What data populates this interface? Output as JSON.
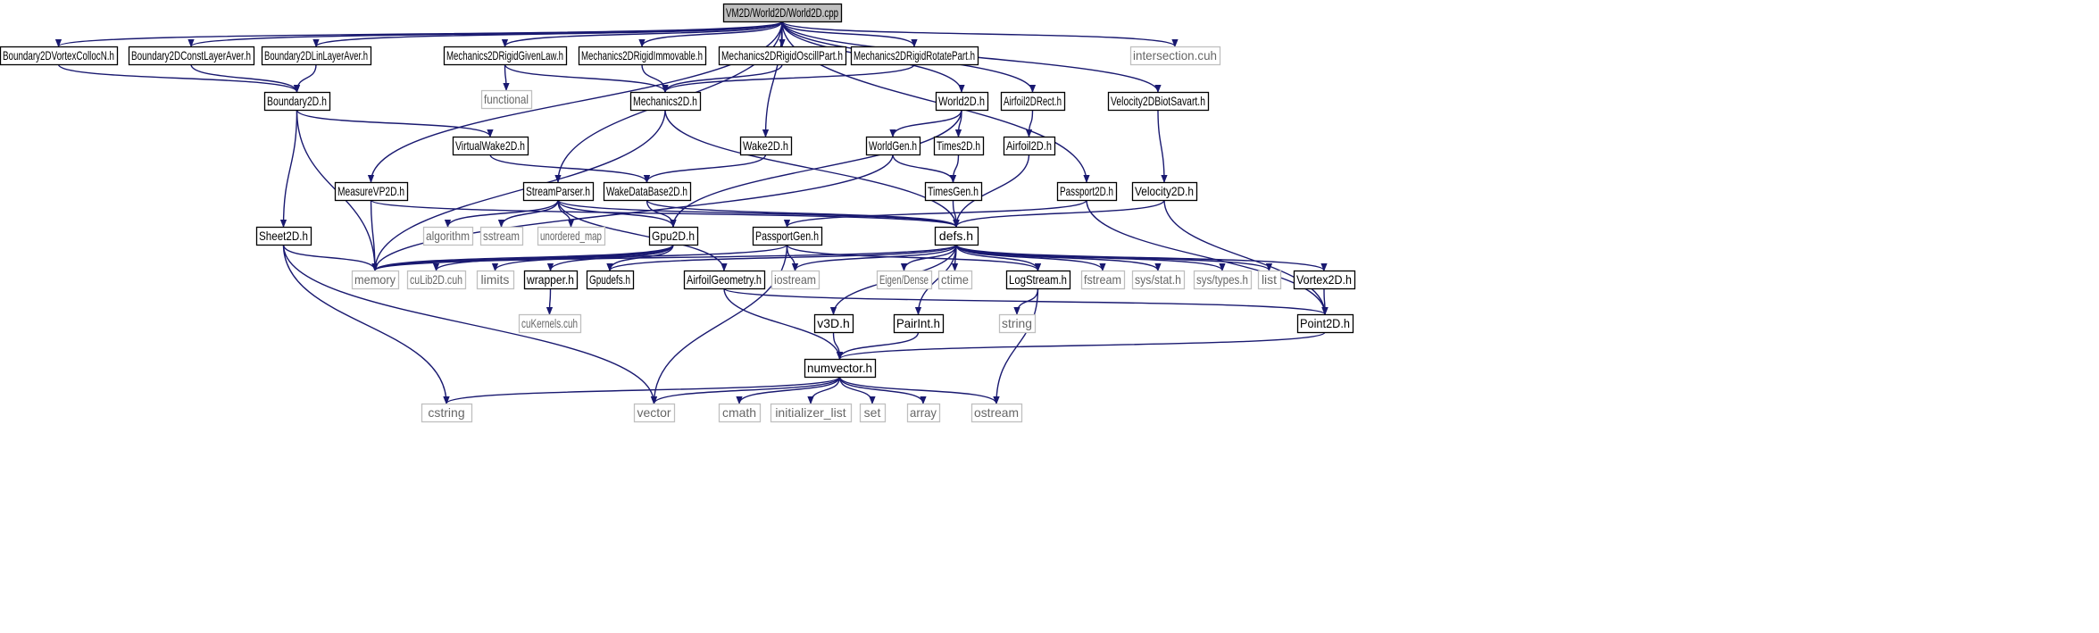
{
  "diagram": {
    "nodes": [
      {
        "id": "root",
        "label": "VM2D/World2D/World2D.cpp",
        "kind": "root"
      },
      {
        "id": "bvc",
        "label": "Boundary2DVortexCollocN.h",
        "kind": "file"
      },
      {
        "id": "bcl",
        "label": "Boundary2DConstLayerAver.h",
        "kind": "file"
      },
      {
        "id": "bll",
        "label": "Boundary2DLinLayerAver.h",
        "kind": "file"
      },
      {
        "id": "mgl",
        "label": "Mechanics2DRigidGivenLaw.h",
        "kind": "file"
      },
      {
        "id": "mim",
        "label": "Mechanics2DRigidImmovable.h",
        "kind": "file"
      },
      {
        "id": "mos",
        "label": "Mechanics2DRigidOscillPart.h",
        "kind": "file"
      },
      {
        "id": "mrp",
        "label": "Mechanics2DRigidRotatePart.h",
        "kind": "file"
      },
      {
        "id": "inter",
        "label": "intersection.cuh",
        "kind": "ext"
      },
      {
        "id": "b2d",
        "label": "Boundary2D.h",
        "kind": "file"
      },
      {
        "id": "func",
        "label": "functional",
        "kind": "ext"
      },
      {
        "id": "mech",
        "label": "Mechanics2D.h",
        "kind": "file"
      },
      {
        "id": "world",
        "label": "World2D.h",
        "kind": "file"
      },
      {
        "id": "arect",
        "label": "Airfoil2DRect.h",
        "kind": "file"
      },
      {
        "id": "vbs",
        "label": "Velocity2DBiotSavart.h",
        "kind": "file"
      },
      {
        "id": "vwake",
        "label": "VirtualWake2D.h",
        "kind": "file"
      },
      {
        "id": "wake",
        "label": "Wake2D.h",
        "kind": "file"
      },
      {
        "id": "wgen",
        "label": "WorldGen.h",
        "kind": "file"
      },
      {
        "id": "times",
        "label": "Times2D.h",
        "kind": "file"
      },
      {
        "id": "airf",
        "label": "Airfoil2D.h",
        "kind": "file"
      },
      {
        "id": "mvp",
        "label": "MeasureVP2D.h",
        "kind": "file"
      },
      {
        "id": "sp",
        "label": "StreamParser.h",
        "kind": "file"
      },
      {
        "id": "wdb",
        "label": "WakeDataBase2D.h",
        "kind": "file"
      },
      {
        "id": "tgen",
        "label": "TimesGen.h",
        "kind": "file"
      },
      {
        "id": "pass",
        "label": "Passport2D.h",
        "kind": "file"
      },
      {
        "id": "vel",
        "label": "Velocity2D.h",
        "kind": "file"
      },
      {
        "id": "sheet",
        "label": "Sheet2D.h",
        "kind": "file"
      },
      {
        "id": "algo",
        "label": "algorithm",
        "kind": "ext"
      },
      {
        "id": "sstream",
        "label": "sstream",
        "kind": "ext"
      },
      {
        "id": "umap",
        "label": "unordered_map",
        "kind": "ext"
      },
      {
        "id": "gpu",
        "label": "Gpu2D.h",
        "kind": "file"
      },
      {
        "id": "pgen",
        "label": "PassportGen.h",
        "kind": "file"
      },
      {
        "id": "defs",
        "label": "defs.h",
        "kind": "file"
      },
      {
        "id": "memory",
        "label": "memory",
        "kind": "ext"
      },
      {
        "id": "culib",
        "label": "cuLib2D.cuh",
        "kind": "ext"
      },
      {
        "id": "limits",
        "label": "limits",
        "kind": "ext"
      },
      {
        "id": "wrap",
        "label": "wrapper.h",
        "kind": "file"
      },
      {
        "id": "gpud",
        "label": "Gpudefs.h",
        "kind": "file"
      },
      {
        "id": "ageo",
        "label": "AirfoilGeometry.h",
        "kind": "file"
      },
      {
        "id": "iostream",
        "label": "iostream",
        "kind": "ext"
      },
      {
        "id": "eigen",
        "label": "Eigen/Dense",
        "kind": "ext"
      },
      {
        "id": "ctime",
        "label": "ctime",
        "kind": "ext"
      },
      {
        "id": "log",
        "label": "LogStream.h",
        "kind": "file"
      },
      {
        "id": "fstream",
        "label": "fstream",
        "kind": "ext"
      },
      {
        "id": "sysstat",
        "label": "sys/stat.h",
        "kind": "ext"
      },
      {
        "id": "systypes",
        "label": "sys/types.h",
        "kind": "ext"
      },
      {
        "id": "list",
        "label": "list",
        "kind": "ext"
      },
      {
        "id": "vortex",
        "label": "Vortex2D.h",
        "kind": "file"
      },
      {
        "id": "cuker",
        "label": "cuKernels.cuh",
        "kind": "ext"
      },
      {
        "id": "string",
        "label": "string",
        "kind": "ext"
      },
      {
        "id": "v3d",
        "label": "v3D.h",
        "kind": "file"
      },
      {
        "id": "pairint",
        "label": "PairInt.h",
        "kind": "file"
      },
      {
        "id": "point",
        "label": "Point2D.h",
        "kind": "file"
      },
      {
        "id": "numv",
        "label": "numvector.h",
        "kind": "file"
      },
      {
        "id": "cstring",
        "label": "cstring",
        "kind": "ext"
      },
      {
        "id": "vector",
        "label": "vector",
        "kind": "ext"
      },
      {
        "id": "cmath",
        "label": "cmath",
        "kind": "ext"
      },
      {
        "id": "initl",
        "label": "initializer_list",
        "kind": "ext"
      },
      {
        "id": "set",
        "label": "set",
        "kind": "ext"
      },
      {
        "id": "array",
        "label": "array",
        "kind": "ext"
      },
      {
        "id": "ostream",
        "label": "ostream",
        "kind": "ext"
      }
    ],
    "edges": [
      [
        "root",
        "bvc"
      ],
      [
        "root",
        "bcl"
      ],
      [
        "root",
        "bll"
      ],
      [
        "root",
        "mgl"
      ],
      [
        "root",
        "mim"
      ],
      [
        "root",
        "mos"
      ],
      [
        "root",
        "mrp"
      ],
      [
        "root",
        "inter"
      ],
      [
        "root",
        "world"
      ],
      [
        "root",
        "arect"
      ],
      [
        "root",
        "vbs"
      ],
      [
        "root",
        "wake"
      ],
      [
        "root",
        "mvp"
      ],
      [
        "root",
        "sp"
      ],
      [
        "root",
        "pass"
      ],
      [
        "bvc",
        "b2d"
      ],
      [
        "bcl",
        "b2d"
      ],
      [
        "bll",
        "b2d"
      ],
      [
        "mgl",
        "func"
      ],
      [
        "mgl",
        "mech"
      ],
      [
        "mim",
        "mech"
      ],
      [
        "mos",
        "mech"
      ],
      [
        "mrp",
        "mech"
      ],
      [
        "b2d",
        "vwake"
      ],
      [
        "b2d",
        "sheet"
      ],
      [
        "b2d",
        "memory"
      ],
      [
        "mech",
        "memory"
      ],
      [
        "mech",
        "defs"
      ],
      [
        "world",
        "wgen"
      ],
      [
        "world",
        "times"
      ],
      [
        "world",
        "gpu"
      ],
      [
        "arect",
        "airf"
      ],
      [
        "vbs",
        "vel"
      ],
      [
        "vwake",
        "wdb"
      ],
      [
        "wake",
        "wdb"
      ],
      [
        "wgen",
        "tgen"
      ],
      [
        "wgen",
        "memory"
      ],
      [
        "times",
        "tgen"
      ],
      [
        "airf",
        "defs"
      ],
      [
        "mvp",
        "memory"
      ],
      [
        "mvp",
        "defs"
      ],
      [
        "sp",
        "algo"
      ],
      [
        "sp",
        "sstream"
      ],
      [
        "sp",
        "umap"
      ],
      [
        "sp",
        "gpu"
      ],
      [
        "sp",
        "defs"
      ],
      [
        "sp",
        "ageo"
      ],
      [
        "wdb",
        "gpu"
      ],
      [
        "wdb",
        "defs"
      ],
      [
        "tgen",
        "defs"
      ],
      [
        "pass",
        "pgen"
      ],
      [
        "pass",
        "point"
      ],
      [
        "vel",
        "defs"
      ],
      [
        "vel",
        "point"
      ],
      [
        "sheet",
        "memory"
      ],
      [
        "sheet",
        "cstring"
      ],
      [
        "sheet",
        "vector"
      ],
      [
        "gpu",
        "memory"
      ],
      [
        "gpu",
        "culib"
      ],
      [
        "gpu",
        "limits"
      ],
      [
        "gpu",
        "wrap"
      ],
      [
        "gpu",
        "gpud"
      ],
      [
        "pgen",
        "memory"
      ],
      [
        "pgen",
        "iostream"
      ],
      [
        "pgen",
        "log"
      ],
      [
        "pgen",
        "vector"
      ],
      [
        "defs",
        "memory"
      ],
      [
        "defs",
        "gpud"
      ],
      [
        "defs",
        "iostream"
      ],
      [
        "defs",
        "eigen"
      ],
      [
        "defs",
        "ctime"
      ],
      [
        "defs",
        "log"
      ],
      [
        "defs",
        "fstream"
      ],
      [
        "defs",
        "sysstat"
      ],
      [
        "defs",
        "systypes"
      ],
      [
        "defs",
        "list"
      ],
      [
        "defs",
        "vortex"
      ],
      [
        "defs",
        "v3d"
      ],
      [
        "defs",
        "pairint"
      ],
      [
        "wrap",
        "cuker"
      ],
      [
        "ageo",
        "numv"
      ],
      [
        "ageo",
        "point"
      ],
      [
        "log",
        "string"
      ],
      [
        "log",
        "ostream"
      ],
      [
        "vortex",
        "point"
      ],
      [
        "v3d",
        "numv"
      ],
      [
        "pairint",
        "numv"
      ],
      [
        "point",
        "numv"
      ],
      [
        "numv",
        "cstring"
      ],
      [
        "numv",
        "vector"
      ],
      [
        "numv",
        "cmath"
      ],
      [
        "numv",
        "initl"
      ],
      [
        "numv",
        "set"
      ],
      [
        "numv",
        "array"
      ],
      [
        "numv",
        "ostream"
      ]
    ]
  }
}
